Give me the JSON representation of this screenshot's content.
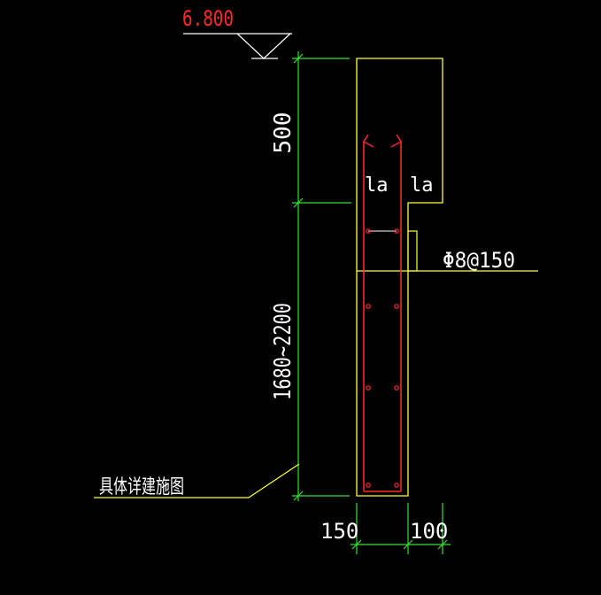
{
  "colors": {
    "background": "#000000",
    "elevation_text": "#ff2a2a",
    "elevation_symbol": "#ffffff",
    "dimension": "#35e035",
    "concrete_outline": "#ffff33",
    "rebar": "#ff2a2a",
    "label_text": "#ffffff",
    "leader": "#ffff33"
  },
  "elevation": {
    "value": "6.800"
  },
  "dimensions": {
    "vertical_top": "500",
    "vertical_bottom": "1680~2200",
    "horizontal_left": "150",
    "horizontal_right": "100"
  },
  "rebar_labels": {
    "anchorage_left": "la",
    "anchorage_right": "la",
    "stirrup_spec": "Φ8@150"
  },
  "notes": {
    "architectural_ref": "具体详建施图"
  }
}
